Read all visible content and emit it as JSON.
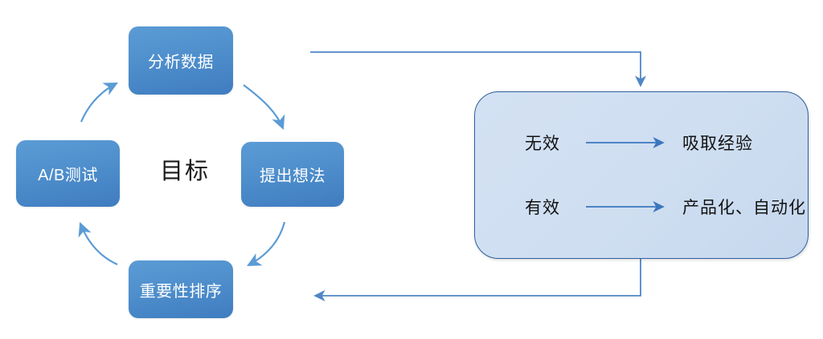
{
  "diagram": {
    "title_center": "目标",
    "cycle_nodes": [
      {
        "id": "analyze",
        "label": "分析数据"
      },
      {
        "id": "idea",
        "label": "提出想法"
      },
      {
        "id": "rank",
        "label": "重要性排序"
      },
      {
        "id": "abtest",
        "label": "A/B测试"
      }
    ],
    "outcome_rows": [
      {
        "from": "无效",
        "to": "吸取经验"
      },
      {
        "from": "有效",
        "to": "产品化、自动化"
      }
    ],
    "colors": {
      "node_fill_top": "#5b9bd5",
      "node_fill_bottom": "#3f7cc0",
      "node_text": "#ffffff",
      "panel_fill": "#d3e1f3",
      "panel_border": "#2e5f9b",
      "connector": "#4f86c6",
      "curve_arrow": "#5b9bd5",
      "center_text": "#1a1a1a",
      "background": "#ffffff"
    }
  }
}
